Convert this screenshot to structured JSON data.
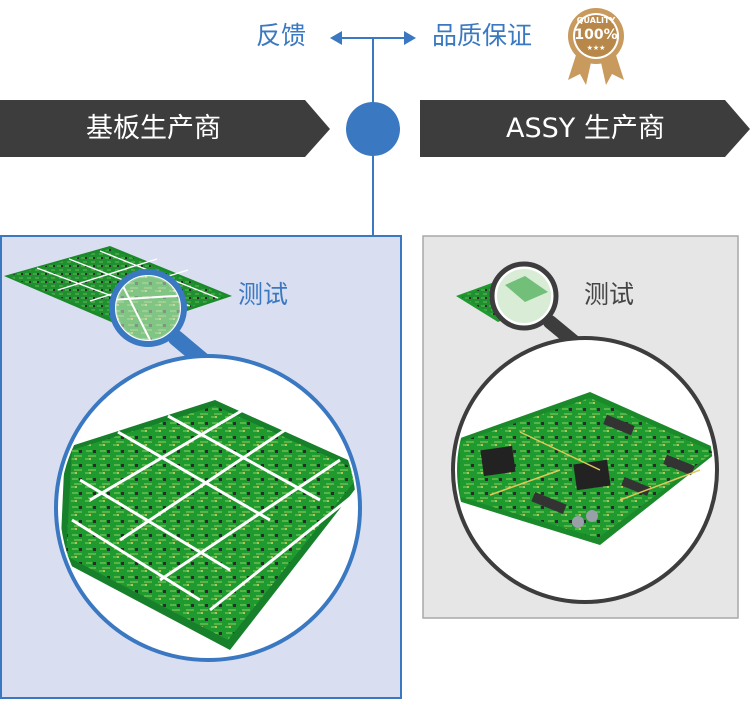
{
  "top": {
    "left_label": "反馈",
    "right_label": "品质保证"
  },
  "badge": {
    "line1": "QUALITY",
    "line2": "100%",
    "stars": "★★★"
  },
  "arrows": {
    "left_label": "基板生产商",
    "right_label": "ASSY 生产商"
  },
  "panels": {
    "left": {
      "label": "测试"
    },
    "right": {
      "label": "测试"
    }
  },
  "colors": {
    "accent_blue": "#3a78c2",
    "dark_arrow": "#3d3d3d",
    "left_panel_bg": "#d9dff0",
    "right_panel_bg": "#e6e6e7",
    "pcb_green": "#1f9a2e",
    "badge_gold": "#b8884a"
  }
}
